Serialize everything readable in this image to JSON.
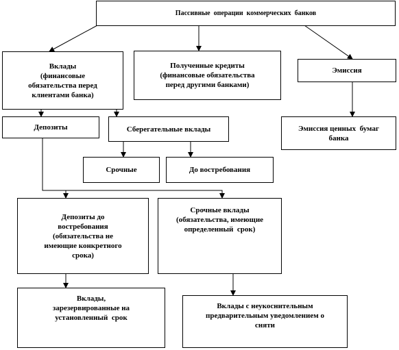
{
  "diagram": {
    "root": "Пассивные  операции  коммерческих  банков",
    "deposits_main": "Вклады\n(финансовые\nобязательства перед\nклиентами банка)",
    "loans": "Полученные кредиты\n(финансовые обязательства\nперед другими банками)",
    "emission": "Эмиссия",
    "securities": "Эмиссия ценных  бумаг\nбанка",
    "demand_deposits": "Депозиты",
    "savings": "Сберегательные вклады",
    "term": "Срочные",
    "on_demand": "До востребования",
    "demand_deposits_detail": "Депозиты до\nвостребования\n(обязательства не\nимеющие конкретного\nсрока)",
    "term_deposits": "Срочные вклады\n(обязательства, имеющие\nопределенный  срок)",
    "reserved": "Вклады,\nзарезервированные на\nустановленный  срок",
    "notice": "Вклады с неукоснительным\nпредварительным уведомлением о\nсняти"
  }
}
